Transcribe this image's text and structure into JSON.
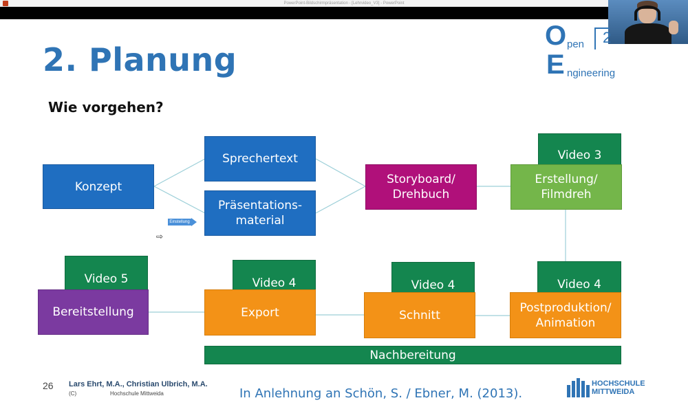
{
  "window": {
    "title": "PowerPoint-Bildschirmpräsentation - [Lehrvideo_V3] - PowerPoint"
  },
  "slide": {
    "title": "2. Planung",
    "subtitle": "Wie vorgehen?",
    "logo": {
      "letter_o": "O",
      "letters_pen": "pen",
      "letter_e": "E",
      "letters_ngineering": "ngineering",
      "digit": "2"
    },
    "boxes": {
      "konzept": "Konzept",
      "sprechertext": "Sprechertext",
      "praesentation": "Präsentations-\nmaterial",
      "storyboard": "Storyboard/\nDrehbuch",
      "erstellung": "Erstellung/\nFilmdreh",
      "video3": "Video 3",
      "video5": "Video 5",
      "bereitstellung": "Bereitstellung",
      "video4a": "Video 4",
      "export": "Export",
      "video4b": "Video 4",
      "schnitt": "Schnitt",
      "video4c": "Video 4",
      "postproduktion": "Postproduktion/\nAnimation",
      "nachbereitung": "Nachbereitung"
    },
    "tag_button": "Einstellung",
    "footer": {
      "page_number": "26",
      "authors": "Lars Ehrt, M.A., Christian Ulbrich, M.A.",
      "copyright": "(C)",
      "institution": "Hochschule Mittweida",
      "source": "In Anlehnung an Schön, S. / Ebner, M. (2013).",
      "hs_line1": "HOCHSCHULE",
      "hs_line2": "MITTWEIDA"
    }
  },
  "colors": {
    "title_blue": "#2f74b5",
    "box_blue": "#1f6ec1",
    "box_magenta": "#b0107a",
    "box_green": "#74b64a",
    "box_dark_green": "#14864f",
    "box_orange": "#f39217",
    "box_purple": "#7b3aa0"
  }
}
